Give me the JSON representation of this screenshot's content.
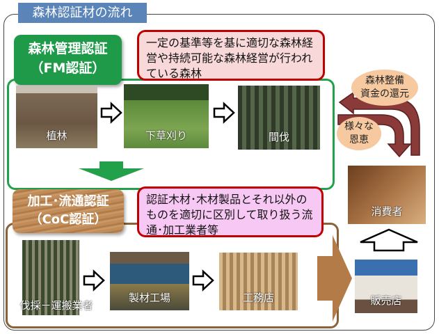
{
  "title": "森林認証材の流れ",
  "fm": {
    "label_line1": "森林管理認証",
    "label_line2": "（FM認証）",
    "description": "一定の基準等を基に適切な森林経営や持続可能な森林経営が行われている森林",
    "steps": [
      "植林",
      "下草刈り",
      "間伐"
    ]
  },
  "coc": {
    "label_line1": "加工･流通認証",
    "label_line2": "（CoC認証）",
    "description": "認証木材･木材製品とそれ以外のものを適切に区別して取り扱う流通･加工業者等",
    "steps": [
      "伐採－運搬業者",
      "製材工場",
      "工務店"
    ]
  },
  "right": {
    "consumer": "消費者",
    "retailer": "販売店",
    "return_funds_line1": "森林整備",
    "return_funds_line2": "資金の還元",
    "benefits_line1": "様々な",
    "benefits_line2": "恩恵"
  },
  "colors": {
    "title_bg": "#5b84b8",
    "fm_green": "#1e9a49",
    "border_red": "#c00000",
    "maroon": "#8b3a3a",
    "wood": "#b27b47"
  }
}
